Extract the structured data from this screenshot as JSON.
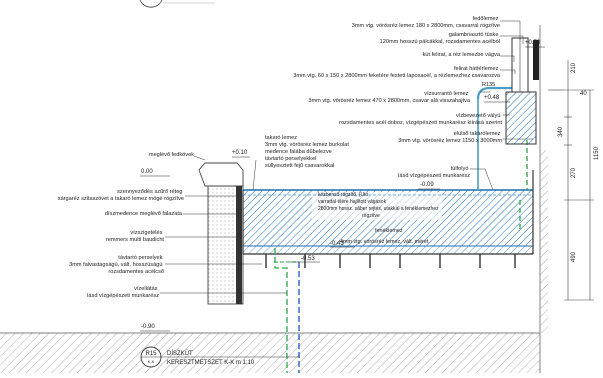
{
  "levels": {
    "top": "+0.73",
    "plus048": "+0.48",
    "plus010": "+0.10",
    "zero": "0.00",
    "minus009": "-0.09",
    "minus043": "-0.43",
    "minus053": "-0.53",
    "minus090": "-0.90"
  },
  "dimensions": {
    "d210": "210",
    "d40": "40",
    "d340": "340",
    "d270": "270",
    "d1150": "1150",
    "d490": "490",
    "r135": "R135"
  },
  "right_labels": [
    {
      "id": "fedolemez",
      "lines": [
        "fedőlemez",
        "3mm vtg. vörösréz lemez 180 x 2800mm, csavarral rögzítve"
      ]
    },
    {
      "id": "galambriaszto",
      "lines": [
        "galambriasztó tüske",
        "120mm hosszú pálcákkal, rozsdamentes acélból"
      ]
    },
    {
      "id": "kutfelirat",
      "lines": [
        "kút felirat, a réz lemezbe vágva"
      ]
    },
    {
      "id": "feliratleme",
      "lines": [
        "felirat háttérlemez",
        "3mm vtg. 60 x 150 x 2800mm feketére festett laposacél, a rézlemezhez csavarozva"
      ]
    },
    {
      "id": "vizsurranto",
      "lines": [
        "vízsurrantó lemez",
        "3mm vtg. vörösréz lemez 470 x 2800mm, csavar alá visszahajtva"
      ]
    },
    {
      "id": "vizbevezeto",
      "lines": [
        "vízbevezető vályú",
        "rozsdamentes acél doboz, vízgépészeti munkarész kiírásá szerint"
      ]
    },
    {
      "id": "eloldali",
      "lines": [
        "elülső takarólemez",
        "3mm vtg. vörösréz lemez 1150 x 3000mm"
      ]
    },
    {
      "id": "tulfolyo",
      "lines": [
        "túlfolyó",
        "lásd vízgépészeti munkarész"
      ]
    }
  ],
  "left_labels": [
    {
      "id": "fedkovek",
      "lines": [
        "meglévő fedkövek"
      ]
    },
    {
      "id": "szennyezodes",
      "lines": [
        "szennyeződés szűrő réteg",
        "sárgaréz szitaszövet a takaró lemez mögé rögzítve"
      ]
    },
    {
      "id": "diszmedence",
      "lines": [
        "díszmedence meglévő falazata"
      ]
    },
    {
      "id": "vizszigeteles",
      "lines": [
        "vízszigetelés",
        "remmers multi baudicht"
      ]
    },
    {
      "id": "tavtarto",
      "lines": [
        "távtartó perselyek",
        "3mm falvastagságú, vált. hosszúságú",
        "rozsdamentes acélcső"
      ]
    },
    {
      "id": "vizellatas",
      "lines": [
        "vízellátás",
        "lásd vízgépészeti munkarész"
      ]
    }
  ],
  "center_labels": {
    "takaro": [
      "takaró lemez",
      "3mm vtg. vörösréz lemez burkolat",
      "medence falába dűbelezve",
      "távtartó perselyekkel",
      "süllyesztett fejű csavarokkal"
    ],
    "inner": [
      "közbenső rögzítő, (Utó",
      "varrattal élére hajlított vágások",
      "2800mm hossz. sáber rejtés, utakkal a fenéklemezhez",
      "rögzítve"
    ],
    "fenek": [
      "fenéklemez",
      "4mm vtg. vörösréz lemez, vált. méret"
    ]
  },
  "title_block": {
    "code": "R15",
    "subcode": "K-K",
    "title": "DÍSZKÚT",
    "subtitle": "KERESZTMETSZET K-K m 1:10"
  },
  "colors": {
    "hatch": "#1d6fb5",
    "water": "#4a9ec8",
    "pipe_green": "#2aa84a",
    "pipe_blue": "#1e55c8",
    "line": "#222222"
  }
}
